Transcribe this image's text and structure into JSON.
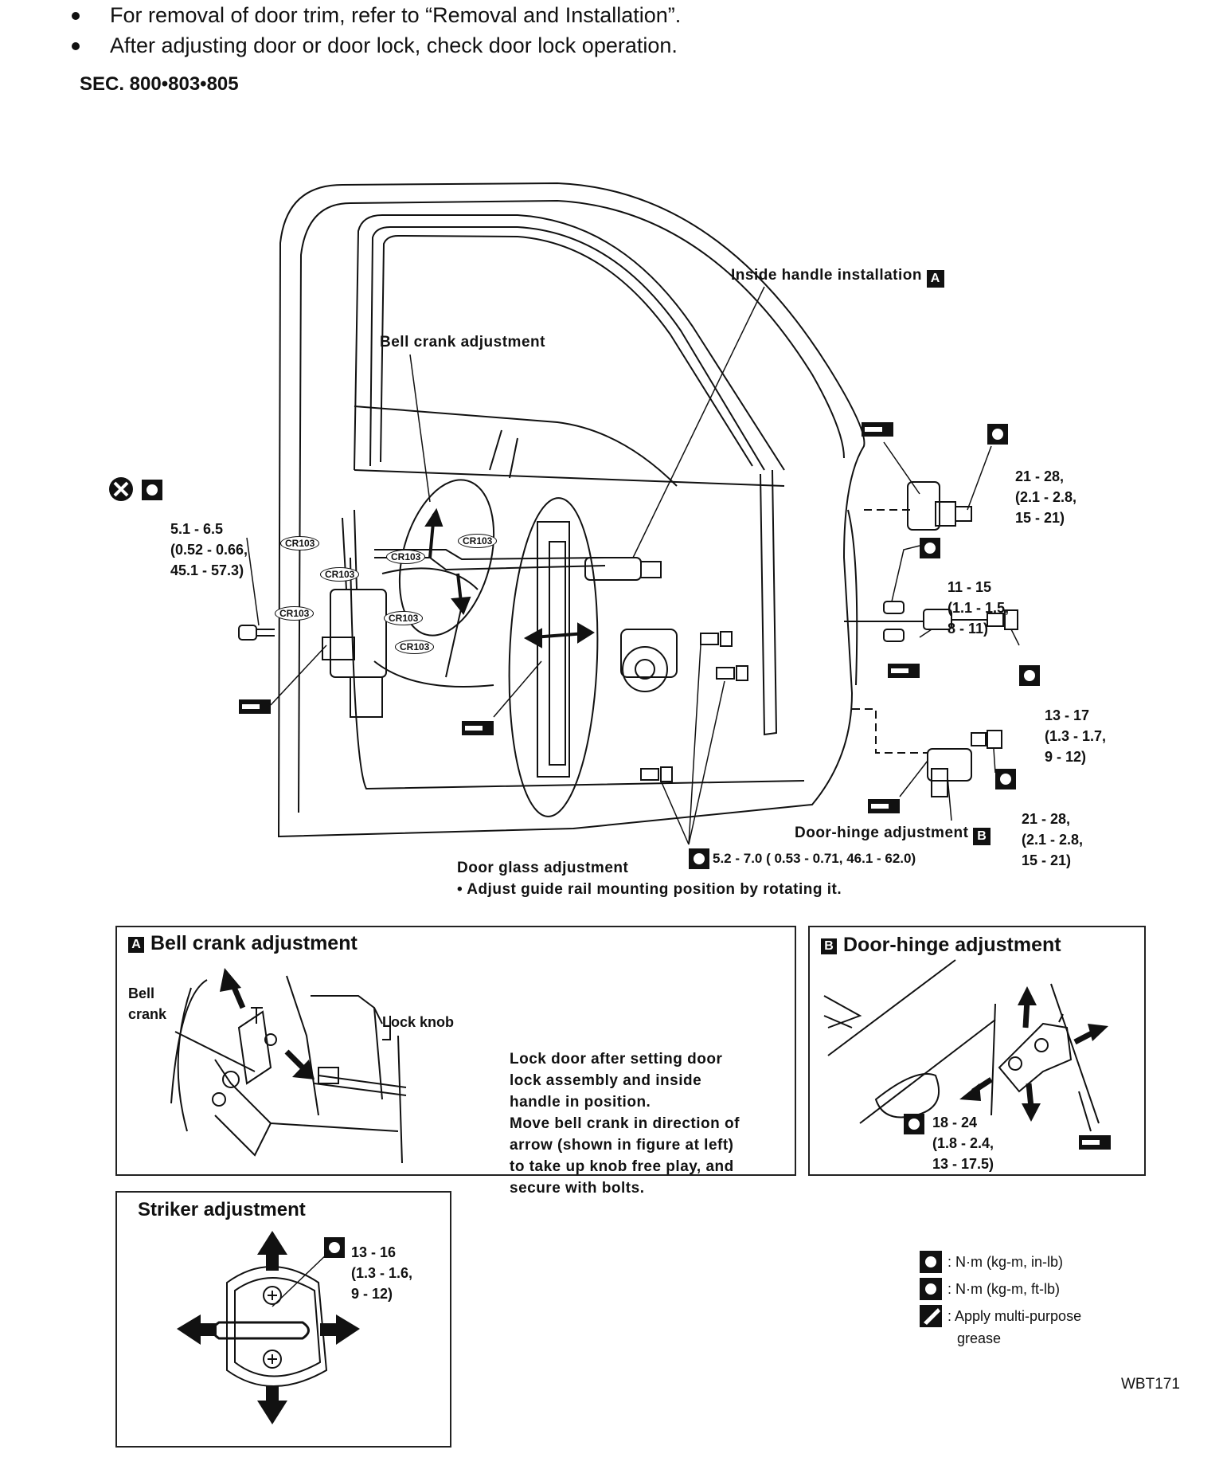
{
  "notes": [
    "For removal of door trim, refer to “Removal and Installation”.",
    "After adjusting door or door lock, check door lock operation."
  ],
  "section": "SEC. 800•803•805",
  "main_diagram": {
    "inside_handle": "Inside handle installation",
    "bell_crank": "Bell crank adjustment",
    "cr_code": "CR103",
    "torque_top_hinge": [
      "21 - 28,",
      "(2.1 - 2.8,",
      "15 - 21)"
    ],
    "torque_lock_screw": [
      "5.1 - 6.5",
      "(0.52 - 0.66,",
      "45.1 - 57.3)"
    ],
    "torque_check_link": [
      "11 - 15",
      "(1.1 - 1.5,",
      "8 - 11)"
    ],
    "torque_check_bolt": [
      "13 - 17",
      "(1.3 - 1.7,",
      "9 - 12)"
    ],
    "torque_lower_hinge": [
      "21 - 28,",
      "(2.1 - 2.8,",
      "15 - 21)"
    ],
    "door_hinge": "Door-hinge adjustment",
    "door_glass": "Door glass adjustment",
    "glass_torque": "5.2 - 7.0 ( 0.53 - 0.71, 46.1 - 62.0)",
    "glass_note": "• Adjust guide rail mounting position by rotating it.",
    "tag_a": "A",
    "tag_b": "B"
  },
  "panel_a": {
    "title": "Bell crank adjustment",
    "bell_crank": [
      "Bell",
      "crank"
    ],
    "lock_knob": "Lock knob",
    "text": [
      "Lock door after setting door",
      "lock assembly and inside",
      "handle in position.",
      "Move bell crank in direction of",
      "arrow (shown in figure at left)",
      "to take up knob free play, and",
      "secure with bolts."
    ]
  },
  "panel_b": {
    "title": "Door-hinge adjustment",
    "torque": [
      "18 - 24",
      "(1.8 - 2.4,",
      "13 - 17.5)"
    ]
  },
  "panel_striker": {
    "title": "Striker adjustment",
    "torque": [
      "13 - 16",
      "(1.3 - 1.6,",
      "9 - 12)"
    ]
  },
  "legend": [
    ": N·m (kg-m, in-lb)",
    ": N·m (kg-m, ft-lb)",
    ": Apply multi-purpose",
    "grease"
  ],
  "figure_code": "WBT171"
}
